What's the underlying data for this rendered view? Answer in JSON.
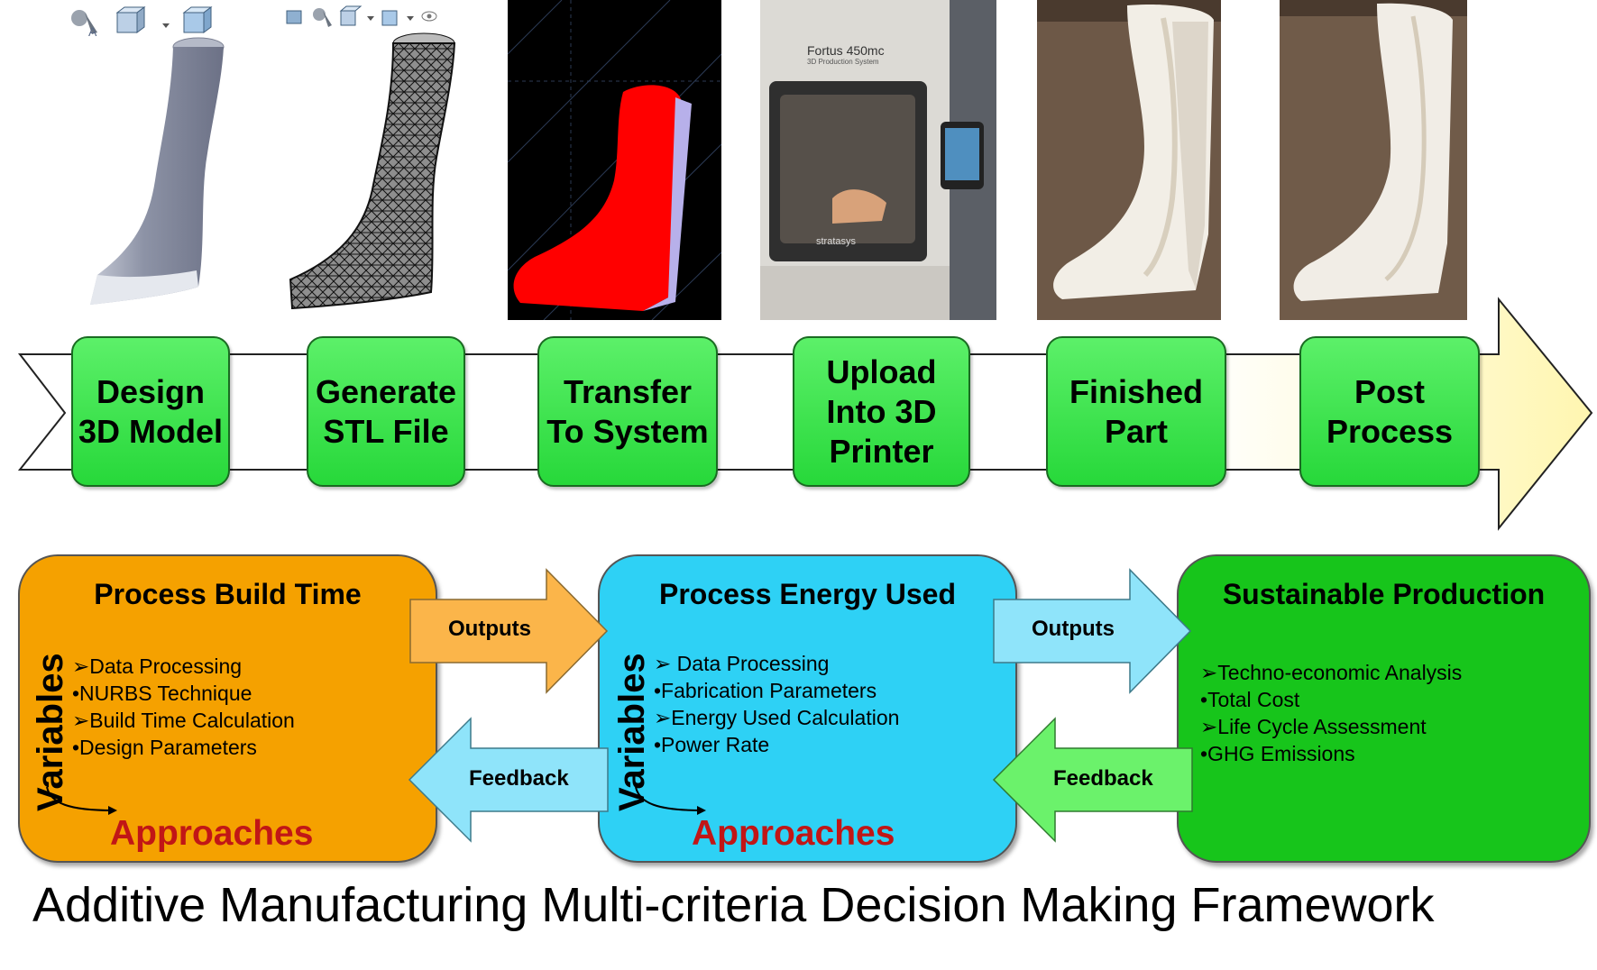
{
  "steps": [
    {
      "label": "Design\n3D Model"
    },
    {
      "label": "Generate\nSTL File"
    },
    {
      "label": "Transfer\nTo System"
    },
    {
      "label": "Upload\nInto 3D\nPrinter"
    },
    {
      "label": "Finished\nPart"
    },
    {
      "label": "Post\nProcess"
    }
  ],
  "printer": {
    "model": "Fortus 450mc",
    "subtitle": "3D Production System",
    "brand": "stratasys"
  },
  "cards": [
    {
      "title": "Process Build Time",
      "variables": "Variables",
      "items": [
        "➢Data Processing",
        "•NURBS Technique",
        "➢Build Time Calculation",
        "•Design Parameters"
      ],
      "approaches": "Approaches",
      "color": "#f5a100"
    },
    {
      "title": "Process Energy Used",
      "variables": "Variables",
      "items": [
        "➢ Data Processing",
        "•Fabrication Parameters",
        "➢Energy Used Calculation",
        "•Power Rate"
      ],
      "approaches": "Approaches",
      "color": "#2ed1f5"
    },
    {
      "title": "Sustainable Production",
      "items": [
        "➢Techno-economic Analysis",
        "•Total Cost",
        "➢Life Cycle Assessment",
        "•GHG Emissions"
      ],
      "color": "#17c51b"
    }
  ],
  "flows": {
    "outputs_1": "Outputs",
    "feedback_1": "Feedback",
    "outputs_2": "Outputs",
    "feedback_2": "Feedback"
  },
  "colors": {
    "orange_arrow": "#fbb54a",
    "blue_arrow": "#8fe4fa",
    "green_arrow": "#6bf26b",
    "approach_text": "#c11616",
    "step_green": "#3ee24f"
  },
  "framework_title": "Additive Manufacturing Multi-criteria Decision Making Framework"
}
